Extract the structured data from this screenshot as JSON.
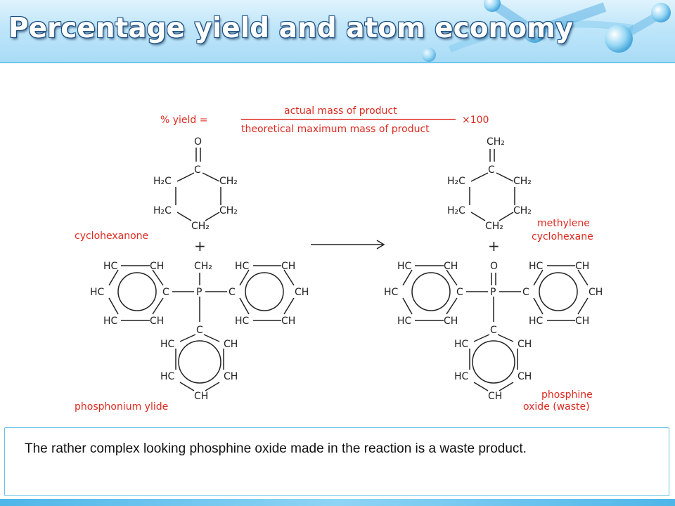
{
  "slide": {
    "title": "Percentage yield and atom economy",
    "caption": "The rather complex looking phosphine oxide made in the reaction is a waste product."
  },
  "formula": {
    "label": "% yield =",
    "numerator": "actual mass of product",
    "denominator": "theoretical maximum mass of product",
    "multiplier": "×100"
  },
  "reactants": {
    "ketone_label": "cyclohexanone",
    "ylide_label": "phosphonium ylide"
  },
  "products": {
    "alkene_label": [
      "methylene",
      "cyclohexane"
    ],
    "oxide_label": [
      "phosphine",
      "oxide (waste)"
    ]
  },
  "atoms": {
    "O": "O",
    "C": "C",
    "P": "P",
    "CH2": "CH₂",
    "H2C": "H₂C",
    "HC": "HC",
    "CH": "CH",
    "plus": "+"
  },
  "colors": {
    "accent": "#dd2a20",
    "header": "#bfe6fa",
    "border": "#69c1ea"
  }
}
